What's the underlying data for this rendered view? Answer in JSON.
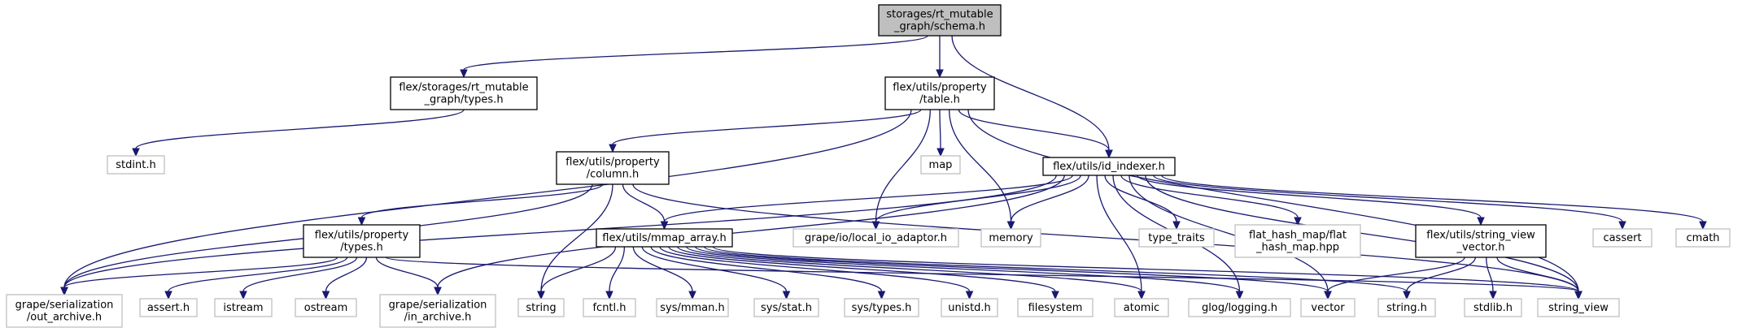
{
  "graph": {
    "nodes": [
      {
        "id": "schema",
        "kind": "root",
        "lines": [
          "storages/rt_mutable",
          "_graph/schema.h"
        ]
      },
      {
        "id": "rt_types",
        "kind": "internal",
        "lines": [
          "flex/storages/rt_mutable",
          "_graph/types.h"
        ]
      },
      {
        "id": "prop_table",
        "kind": "internal",
        "lines": [
          "flex/utils/property",
          "/table.h"
        ]
      },
      {
        "id": "stdint",
        "kind": "external",
        "lines": [
          "stdint.h"
        ]
      },
      {
        "id": "prop_column",
        "kind": "internal",
        "lines": [
          "flex/utils/property",
          "/column.h"
        ]
      },
      {
        "id": "map",
        "kind": "external",
        "lines": [
          "map"
        ]
      },
      {
        "id": "id_indexer",
        "kind": "internal",
        "lines": [
          "flex/utils/id_indexer.h"
        ]
      },
      {
        "id": "prop_types",
        "kind": "internal",
        "lines": [
          "flex/utils/property",
          "/types.h"
        ]
      },
      {
        "id": "mmap_array",
        "kind": "internal",
        "lines": [
          "flex/utils/mmap_array.h"
        ]
      },
      {
        "id": "local_io",
        "kind": "external",
        "lines": [
          "grape/io/local_io_adaptor.h"
        ]
      },
      {
        "id": "memory",
        "kind": "external",
        "lines": [
          "memory"
        ]
      },
      {
        "id": "type_traits",
        "kind": "external",
        "lines": [
          "type_traits"
        ]
      },
      {
        "id": "flat_hash",
        "kind": "external",
        "lines": [
          "flat_hash_map/flat",
          "_hash_map.hpp"
        ]
      },
      {
        "id": "sv_vector",
        "kind": "internal",
        "lines": [
          "flex/utils/string_view",
          "_vector.h"
        ]
      },
      {
        "id": "cassert",
        "kind": "external",
        "lines": [
          "cassert"
        ]
      },
      {
        "id": "cmath",
        "kind": "external",
        "lines": [
          "cmath"
        ]
      },
      {
        "id": "out_archive",
        "kind": "external",
        "lines": [
          "grape/serialization",
          "/out_archive.h"
        ]
      },
      {
        "id": "assert_h",
        "kind": "external",
        "lines": [
          "assert.h"
        ]
      },
      {
        "id": "istream",
        "kind": "external",
        "lines": [
          "istream"
        ]
      },
      {
        "id": "ostream",
        "kind": "external",
        "lines": [
          "ostream"
        ]
      },
      {
        "id": "in_archive",
        "kind": "external",
        "lines": [
          "grape/serialization",
          "/in_archive.h"
        ]
      },
      {
        "id": "string",
        "kind": "external",
        "lines": [
          "string"
        ]
      },
      {
        "id": "fcntl",
        "kind": "external",
        "lines": [
          "fcntl.h"
        ]
      },
      {
        "id": "sys_mman",
        "kind": "external",
        "lines": [
          "sys/mman.h"
        ]
      },
      {
        "id": "sys_stat",
        "kind": "external",
        "lines": [
          "sys/stat.h"
        ]
      },
      {
        "id": "sys_types",
        "kind": "external",
        "lines": [
          "sys/types.h"
        ]
      },
      {
        "id": "unistd",
        "kind": "external",
        "lines": [
          "unistd.h"
        ]
      },
      {
        "id": "filesystem",
        "kind": "external",
        "lines": [
          "filesystem"
        ]
      },
      {
        "id": "atomic",
        "kind": "external",
        "lines": [
          "atomic"
        ]
      },
      {
        "id": "glog",
        "kind": "external",
        "lines": [
          "glog/logging.h"
        ]
      },
      {
        "id": "vector",
        "kind": "external",
        "lines": [
          "vector"
        ]
      },
      {
        "id": "string_h",
        "kind": "external",
        "lines": [
          "string.h"
        ]
      },
      {
        "id": "stdlib",
        "kind": "external",
        "lines": [
          "stdlib.h"
        ]
      },
      {
        "id": "string_view",
        "kind": "external",
        "lines": [
          "string_view"
        ]
      }
    ],
    "edges": [
      [
        "schema",
        "rt_types"
      ],
      [
        "schema",
        "prop_table"
      ],
      [
        "schema",
        "id_indexer"
      ],
      [
        "rt_types",
        "stdint"
      ],
      [
        "prop_table",
        "prop_column"
      ],
      [
        "prop_table",
        "map"
      ],
      [
        "prop_table",
        "id_indexer"
      ],
      [
        "prop_table",
        "local_io"
      ],
      [
        "prop_table",
        "memory"
      ],
      [
        "prop_table",
        "out_archive"
      ],
      [
        "prop_table",
        "string_view"
      ],
      [
        "prop_column",
        "prop_types"
      ],
      [
        "prop_column",
        "mmap_array"
      ],
      [
        "prop_column",
        "out_archive"
      ],
      [
        "prop_column",
        "string"
      ],
      [
        "prop_column",
        "string_view"
      ],
      [
        "id_indexer",
        "mmap_array"
      ],
      [
        "id_indexer",
        "local_io"
      ],
      [
        "id_indexer",
        "memory"
      ],
      [
        "id_indexer",
        "type_traits"
      ],
      [
        "id_indexer",
        "flat_hash"
      ],
      [
        "id_indexer",
        "sv_vector"
      ],
      [
        "id_indexer",
        "cassert"
      ],
      [
        "id_indexer",
        "cmath"
      ],
      [
        "id_indexer",
        "out_archive"
      ],
      [
        "id_indexer",
        "in_archive"
      ],
      [
        "id_indexer",
        "atomic"
      ],
      [
        "id_indexer",
        "glog"
      ],
      [
        "id_indexer",
        "vector"
      ],
      [
        "id_indexer",
        "string_view"
      ],
      [
        "prop_types",
        "out_archive"
      ],
      [
        "prop_types",
        "assert_h"
      ],
      [
        "prop_types",
        "istream"
      ],
      [
        "prop_types",
        "ostream"
      ],
      [
        "prop_types",
        "in_archive"
      ],
      [
        "prop_types",
        "string_view"
      ],
      [
        "mmap_array",
        "string"
      ],
      [
        "mmap_array",
        "fcntl"
      ],
      [
        "mmap_array",
        "sys_mman"
      ],
      [
        "mmap_array",
        "sys_stat"
      ],
      [
        "mmap_array",
        "sys_types"
      ],
      [
        "mmap_array",
        "unistd"
      ],
      [
        "mmap_array",
        "filesystem"
      ],
      [
        "mmap_array",
        "atomic"
      ],
      [
        "mmap_array",
        "glog"
      ],
      [
        "mmap_array",
        "vector"
      ],
      [
        "mmap_array",
        "string_h"
      ],
      [
        "mmap_array",
        "string_view"
      ],
      [
        "sv_vector",
        "vector"
      ],
      [
        "sv_vector",
        "string_h"
      ],
      [
        "sv_vector",
        "stdlib"
      ],
      [
        "sv_vector",
        "string_view"
      ]
    ]
  }
}
